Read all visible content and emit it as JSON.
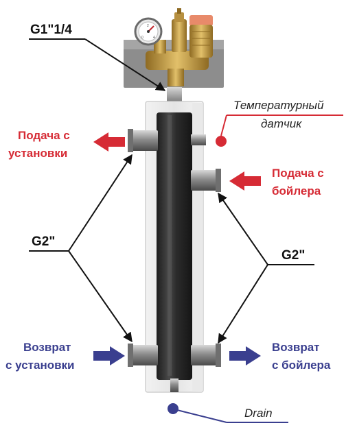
{
  "labels": {
    "top_thread": "G1\"1/4",
    "left_thread": "G2\"",
    "right_thread": "G2\"",
    "temp_sensor_line1": "Температурный",
    "temp_sensor_line2": "датчик",
    "supply_from_install_line1": "Подача с",
    "supply_from_install_line2": "установки",
    "supply_from_boiler_line1": "Подача с",
    "supply_from_boiler_line2": "бойлера",
    "return_install_line1": "Возврат",
    "return_install_line2": "с установки",
    "return_boiler_line1": "Возврат",
    "return_boiler_line2": "с бойлера",
    "drain": "Drain"
  },
  "gauge": {
    "scale": [
      "0",
      "2",
      "4"
    ]
  },
  "colors": {
    "supply_red": "#d62b35",
    "return_blue": "#3a3f8f",
    "leader_black": "#111111",
    "body_dark": "#2b2b2b",
    "brass": "#c9a24e"
  }
}
